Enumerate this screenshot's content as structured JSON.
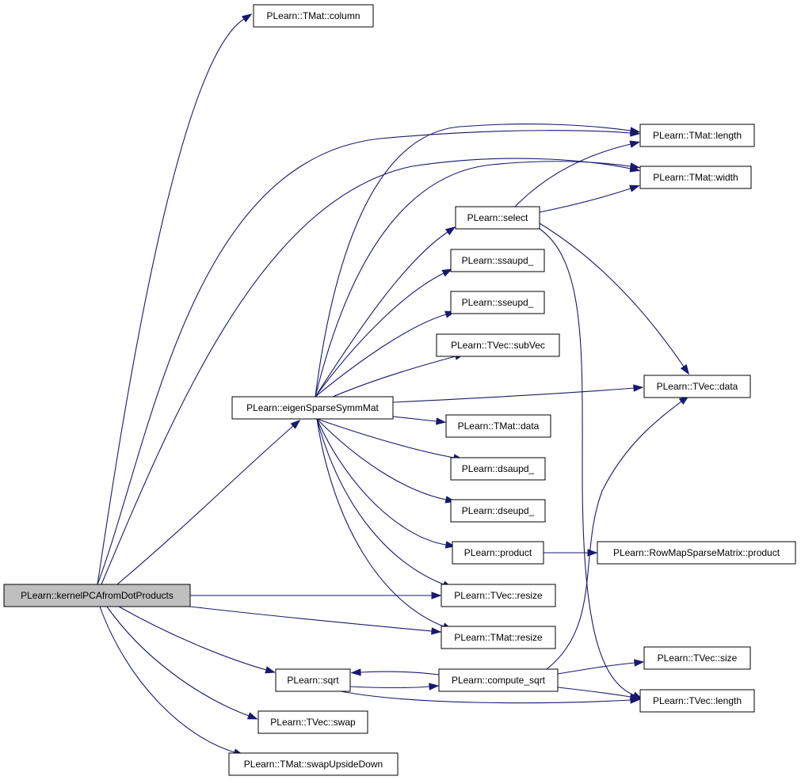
{
  "diagram": {
    "kind": "call-graph",
    "edge_color": "#191970",
    "root_fill": "#bfbfbf",
    "nodes": [
      {
        "id": "kernel",
        "label": "PLearn::kernelPCAfromDotProducts",
        "root": true
      },
      {
        "id": "column",
        "label": "PLearn::TMat::column"
      },
      {
        "id": "tmat_length",
        "label": "PLearn::TMat::length"
      },
      {
        "id": "tmat_width",
        "label": "PLearn::TMat::width"
      },
      {
        "id": "select",
        "label": "PLearn::select"
      },
      {
        "id": "ssaupd",
        "label": "PLearn::ssaupd_"
      },
      {
        "id": "sseupd",
        "label": "PLearn::sseupd_"
      },
      {
        "id": "subvec",
        "label": "PLearn::TVec::subVec"
      },
      {
        "id": "tvec_data",
        "label": "PLearn::TVec::data"
      },
      {
        "id": "eigen",
        "label": "PLearn::eigenSparseSymmMat"
      },
      {
        "id": "tmat_data",
        "label": "PLearn::TMat::data"
      },
      {
        "id": "dsaupd",
        "label": "PLearn::dsaupd_"
      },
      {
        "id": "dseupd",
        "label": "PLearn::dseupd_"
      },
      {
        "id": "product",
        "label": "PLearn::product"
      },
      {
        "id": "rowmap",
        "label": "PLearn::RowMapSparseMatrix::product"
      },
      {
        "id": "tvec_resize",
        "label": "PLearn::TVec::resize"
      },
      {
        "id": "tmat_resize",
        "label": "PLearn::TMat::resize"
      },
      {
        "id": "sqrt",
        "label": "PLearn::sqrt"
      },
      {
        "id": "compute_sqrt",
        "label": "PLearn::compute_sqrt"
      },
      {
        "id": "tvec_size",
        "label": "PLearn::TVec::size"
      },
      {
        "id": "tvec_length",
        "label": "PLearn::TVec::length"
      },
      {
        "id": "tvec_swap",
        "label": "PLearn::TVec::swap"
      },
      {
        "id": "swapupside",
        "label": "PLearn::TMat::swapUpsideDown"
      }
    ],
    "edges": [
      {
        "from": "kernel",
        "to": "column"
      },
      {
        "from": "kernel",
        "to": "tmat_length"
      },
      {
        "from": "kernel",
        "to": "tmat_width"
      },
      {
        "from": "kernel",
        "to": "eigen"
      },
      {
        "from": "kernel",
        "to": "tvec_resize"
      },
      {
        "from": "kernel",
        "to": "tmat_resize"
      },
      {
        "from": "kernel",
        "to": "sqrt"
      },
      {
        "from": "kernel",
        "to": "tvec_swap"
      },
      {
        "from": "kernel",
        "to": "swapupside"
      },
      {
        "from": "eigen",
        "to": "tmat_length"
      },
      {
        "from": "eigen",
        "to": "tmat_width"
      },
      {
        "from": "eigen",
        "to": "select"
      },
      {
        "from": "eigen",
        "to": "ssaupd"
      },
      {
        "from": "eigen",
        "to": "sseupd"
      },
      {
        "from": "eigen",
        "to": "subvec"
      },
      {
        "from": "eigen",
        "to": "tvec_data"
      },
      {
        "from": "eigen",
        "to": "tmat_data"
      },
      {
        "from": "eigen",
        "to": "dsaupd"
      },
      {
        "from": "eigen",
        "to": "dseupd"
      },
      {
        "from": "eigen",
        "to": "product"
      },
      {
        "from": "eigen",
        "to": "tvec_resize"
      },
      {
        "from": "eigen",
        "to": "tmat_resize"
      },
      {
        "from": "select",
        "to": "tmat_length"
      },
      {
        "from": "select",
        "to": "tmat_width"
      },
      {
        "from": "select",
        "to": "tvec_data"
      },
      {
        "from": "select",
        "to": "tvec_length"
      },
      {
        "from": "product",
        "to": "rowmap"
      },
      {
        "from": "sqrt",
        "to": "compute_sqrt"
      },
      {
        "from": "sqrt",
        "to": "tvec_length"
      },
      {
        "from": "compute_sqrt",
        "to": "sqrt"
      },
      {
        "from": "compute_sqrt",
        "to": "tvec_data"
      },
      {
        "from": "compute_sqrt",
        "to": "tvec_size"
      },
      {
        "from": "compute_sqrt",
        "to": "tvec_length"
      }
    ]
  }
}
